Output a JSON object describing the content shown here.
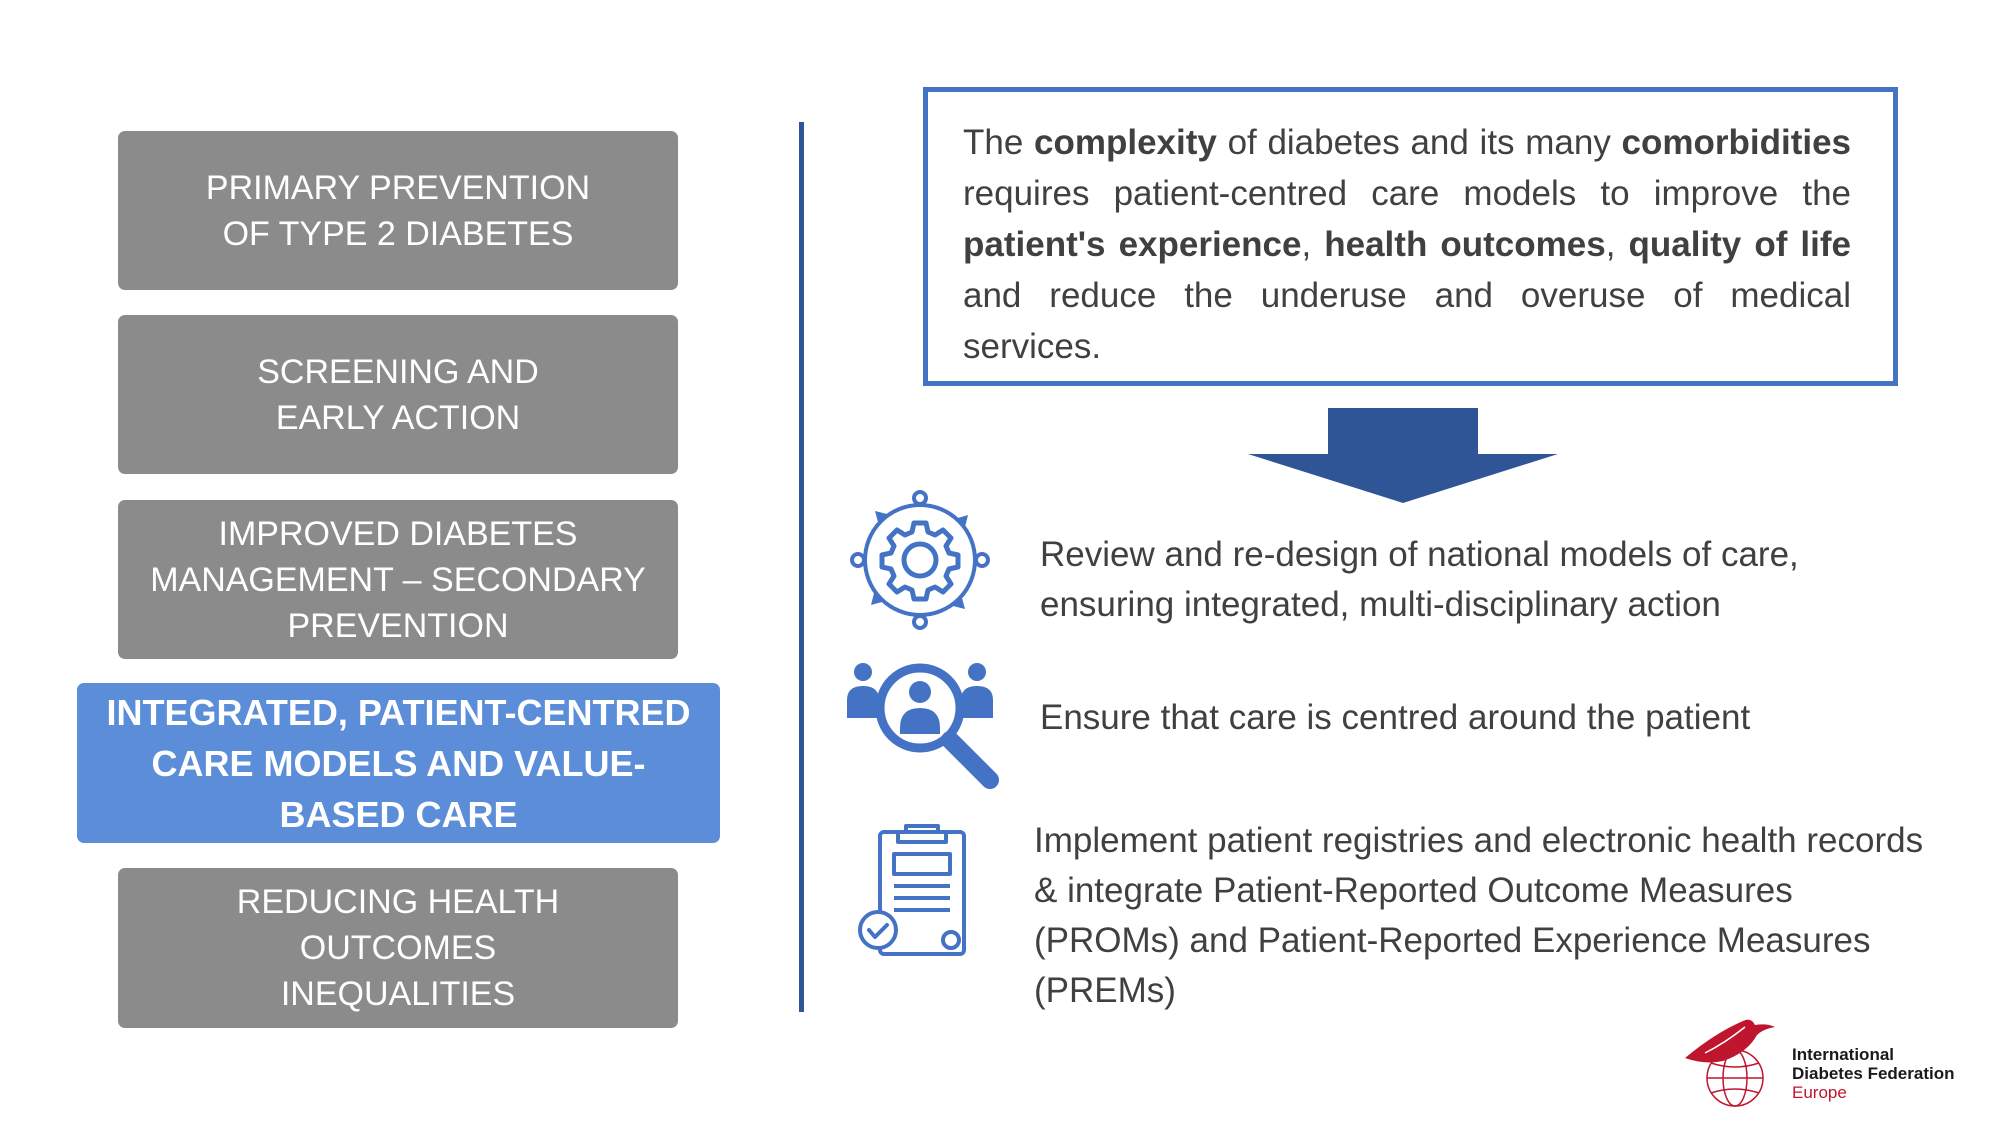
{
  "pillars": [
    {
      "label": "PRIMARY PREVENTION\nOF TYPE 2 DIABETES"
    },
    {
      "label": "SCREENING AND\nEARLY ACTION"
    },
    {
      "label": "IMPROVED DIABETES\nMANAGEMENT – SECONDARY\nPREVENTION"
    },
    {
      "label": "INTEGRATED, PATIENT-CENTRED\nCARE MODELS AND VALUE-\nBASED CARE"
    },
    {
      "label": "REDUCING HEALTH OUTCOMES\nINEQUALITIES"
    }
  ],
  "intro": {
    "t1": "The ",
    "b1": "complexity",
    "t2": " of diabetes and its many ",
    "b2": "comorbidities",
    "t3": " requires patient-centred care models to improve the ",
    "b3": "patient's experience",
    "t4": ", ",
    "b4": "health outcomes",
    "t5": ", ",
    "b5": "quality of life",
    "t6": " and reduce the underuse and overuse of medical services."
  },
  "actions": [
    {
      "icon": "gear-cycle-icon",
      "text": "Review and re-design of national models of care, ensuring integrated, multi-disciplinary action"
    },
    {
      "icon": "patient-search-icon",
      "text": "Ensure that care is centred around the patient"
    },
    {
      "icon": "clipboard-check-icon",
      "text": "Implement patient registries and electronic health records & integrate Patient-Reported Outcome Measures (PROMs) and Patient-Reported Experience Measures (PREMs)"
    }
  ],
  "logo": {
    "line1": "International",
    "line2": "Diabetes Federation",
    "line3": "Europe"
  },
  "colors": {
    "pillar": "#8b8b8b",
    "pillar_active": "#5b8dd9",
    "accent": "#4472c4",
    "divider": "#2f5597",
    "arrow": "#2f5597",
    "logo_red": "#c0152f"
  }
}
